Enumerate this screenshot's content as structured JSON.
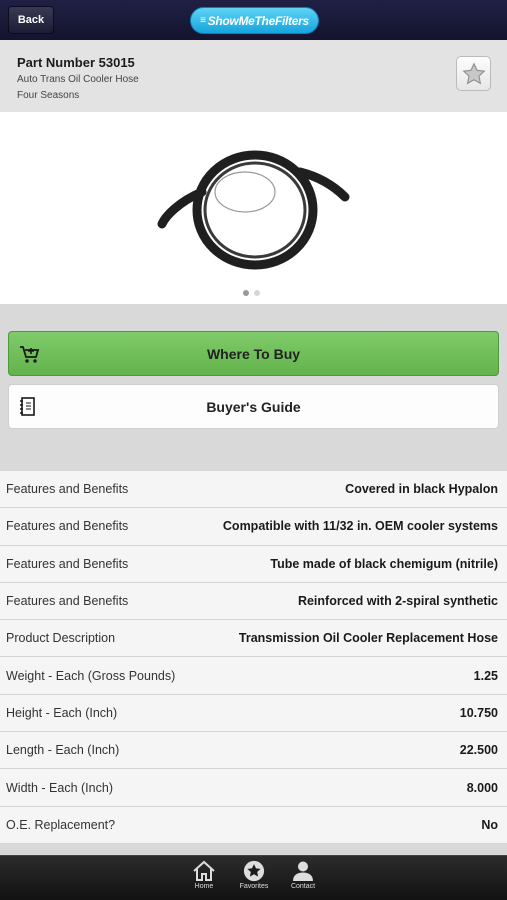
{
  "topbar": {
    "back_label": "Back",
    "logo_text": "ShowMeTheFilters",
    "logo_stripes": "≡"
  },
  "part": {
    "number_label": "Part Number 53015",
    "description": "Auto Trans Oil Cooler Hose",
    "brand": "Four Seasons"
  },
  "gallery": {
    "image_count": 2,
    "active_index": 0
  },
  "actions": {
    "where_to_buy": "Where To Buy",
    "buyers_guide": "Buyer's Guide"
  },
  "specs": [
    {
      "label": "Features and Benefits",
      "value": "Covered in black Hypalon"
    },
    {
      "label": "Features and Benefits",
      "value": "Compatible with 11/32 in. OEM cooler systems"
    },
    {
      "label": "Features and Benefits",
      "value": "Tube made of black chemigum (nitrile)"
    },
    {
      "label": "Features and Benefits",
      "value": "Reinforced with 2-spiral synthetic"
    },
    {
      "label": "Product Description",
      "value": "Transmission Oil Cooler Replacement Hose"
    },
    {
      "label": "Weight - Each (Gross Pounds)",
      "value": "1.25"
    },
    {
      "label": "Height - Each (Inch)",
      "value": "10.750"
    },
    {
      "label": "Length - Each (Inch)",
      "value": "22.500"
    },
    {
      "label": "Width - Each (Inch)",
      "value": "8.000"
    },
    {
      "label": "O.E. Replacement?",
      "value": "No"
    }
  ],
  "tabbar": {
    "home": "Home",
    "favorites": "Favorites",
    "contact": "Contact"
  },
  "colors": {
    "buy_green": "#6fbf5a",
    "topbar": "#1b1b3a",
    "logo_blue": "#25aee6"
  }
}
